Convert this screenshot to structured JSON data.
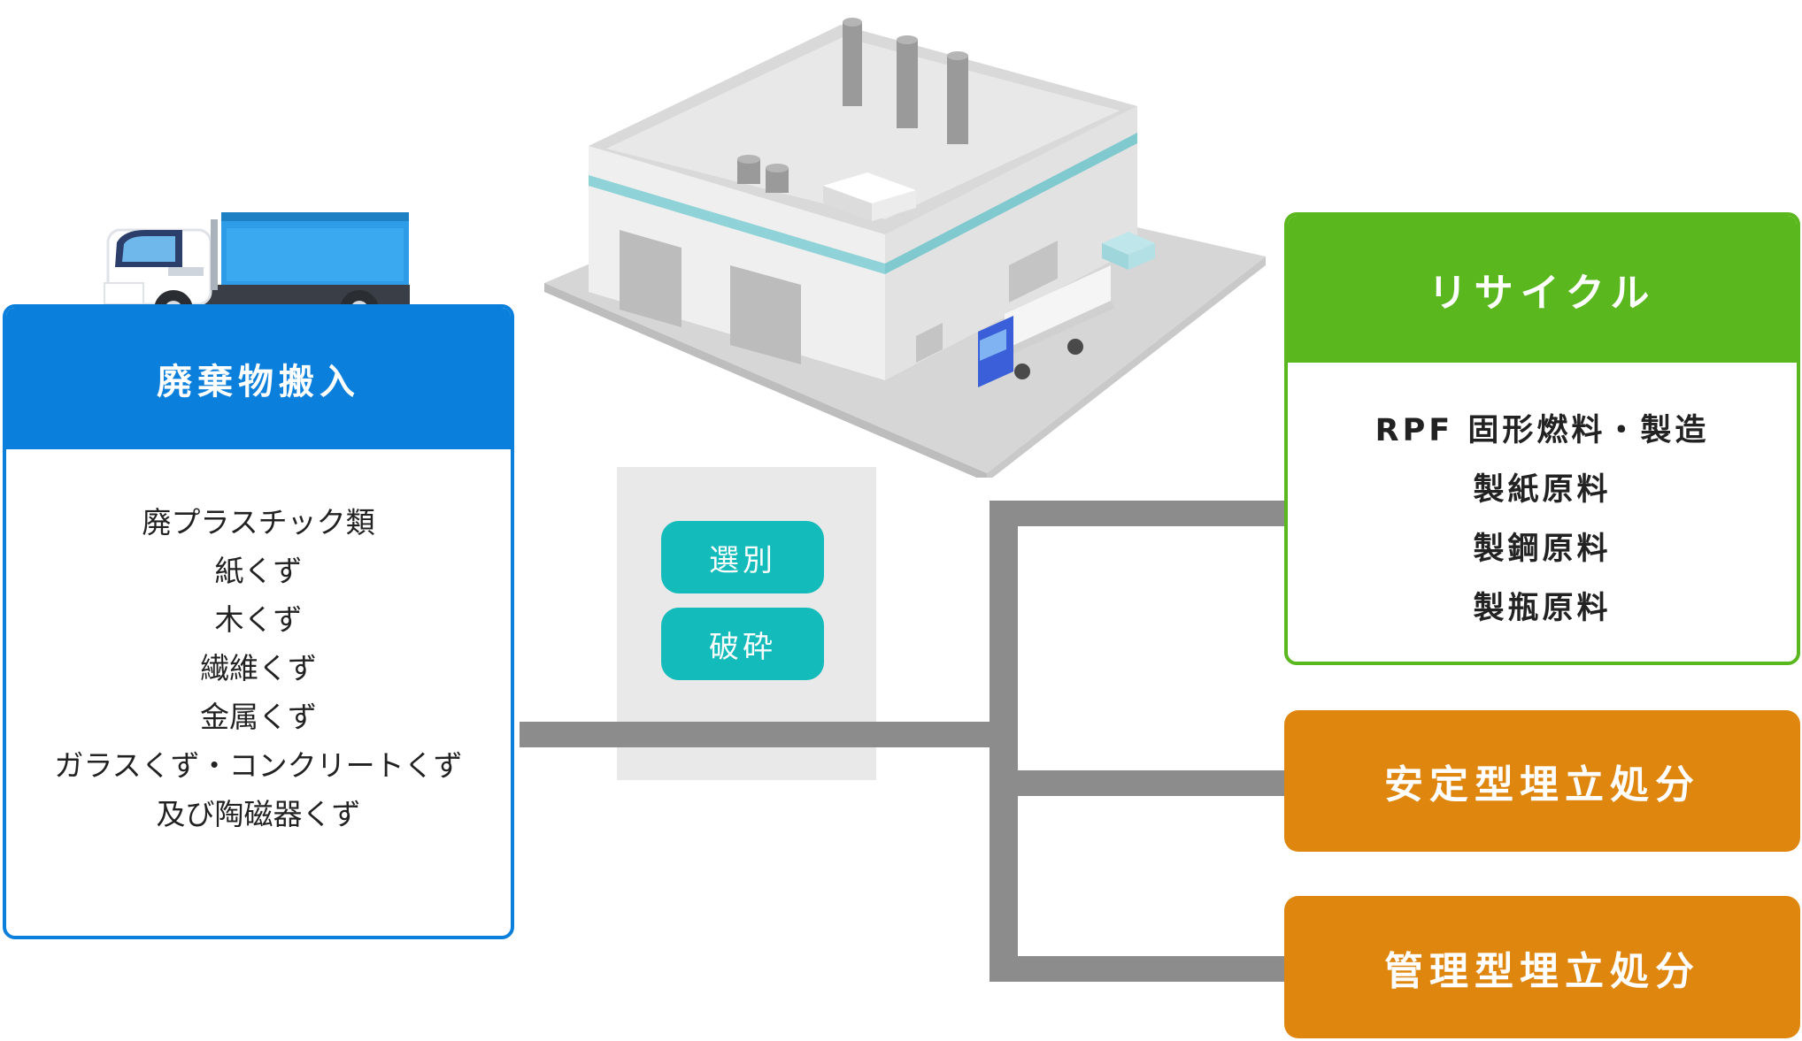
{
  "input": {
    "title": "廃棄物搬入",
    "items": [
      "廃プラスチック類",
      "紙くず",
      "木くず",
      "繊維くず",
      "金属くず",
      "ガラスくず・コンクリートくず",
      "及び陶磁器くず"
    ]
  },
  "process": {
    "steps": [
      "選別",
      "破砕"
    ]
  },
  "outputs": {
    "recycle": {
      "title": "リサイクル",
      "items": [
        "RPF 固形燃料・製造",
        "製紙原料",
        "製鋼原料",
        "製瓶原料"
      ]
    },
    "stable_landfill": "安定型埋立処分",
    "managed_landfill": "管理型埋立処分"
  },
  "colors": {
    "input": "#0a7fdc",
    "process": "#14bbbb",
    "recycle": "#5ab81e",
    "landfill": "#df860f",
    "connector": "#8c8c8c"
  }
}
